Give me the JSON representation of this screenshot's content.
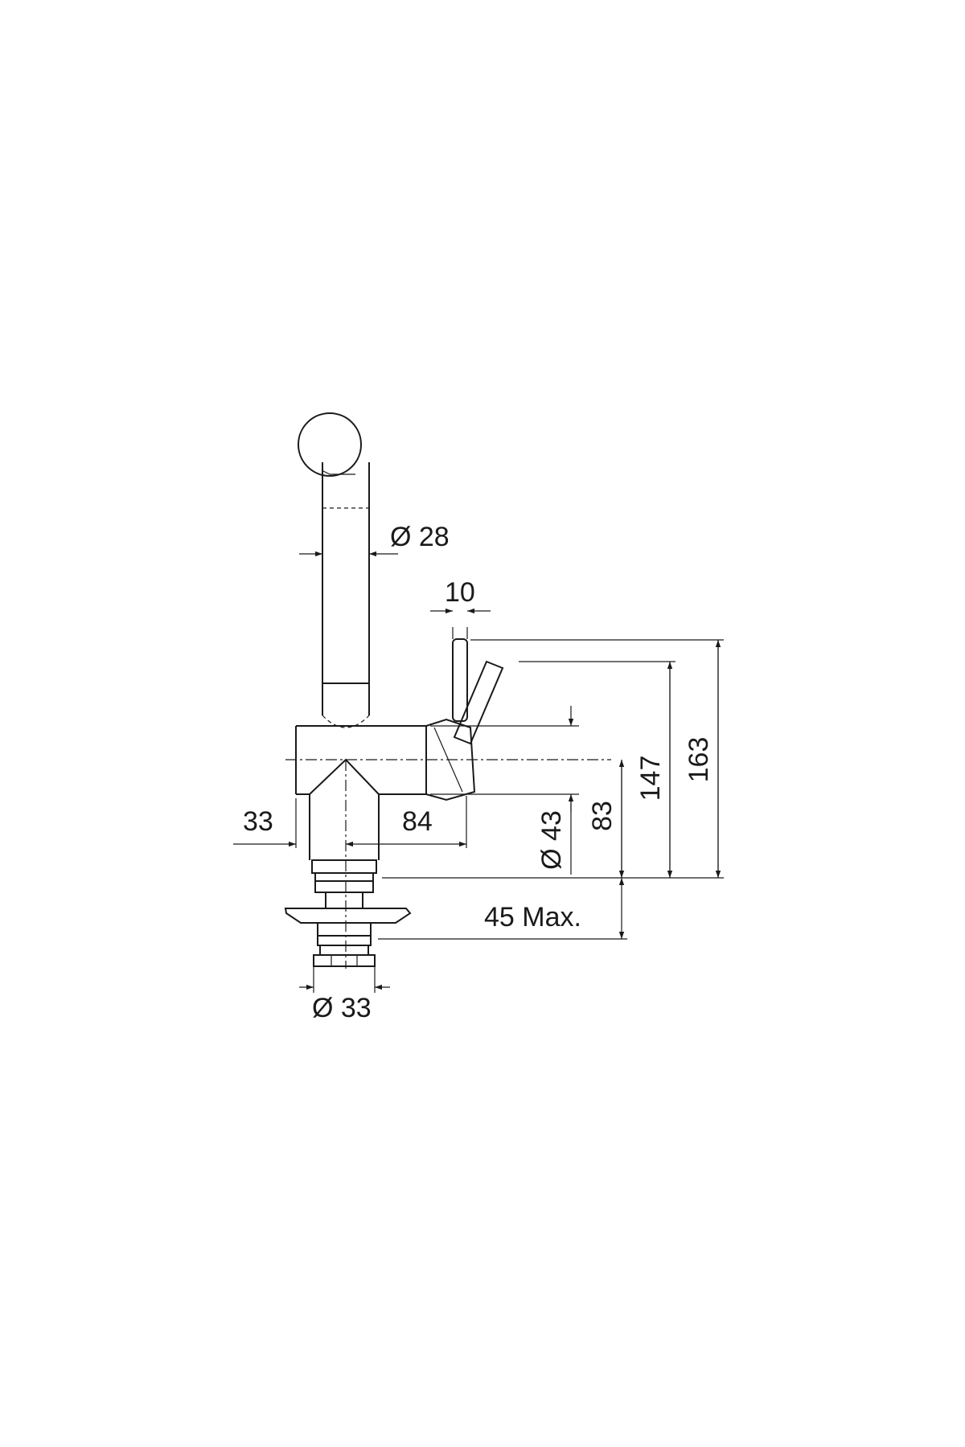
{
  "drawing": {
    "dimensions": {
      "spout_diameter": "Ø 28",
      "lever_width": "10",
      "lever_height": "163",
      "spout_height": "147",
      "body_height": "83",
      "body_diameter": "Ø 43",
      "left_offset": "33",
      "reach": "84",
      "max_deck": "45 Max.",
      "shank_diameter": "Ø 33"
    }
  }
}
